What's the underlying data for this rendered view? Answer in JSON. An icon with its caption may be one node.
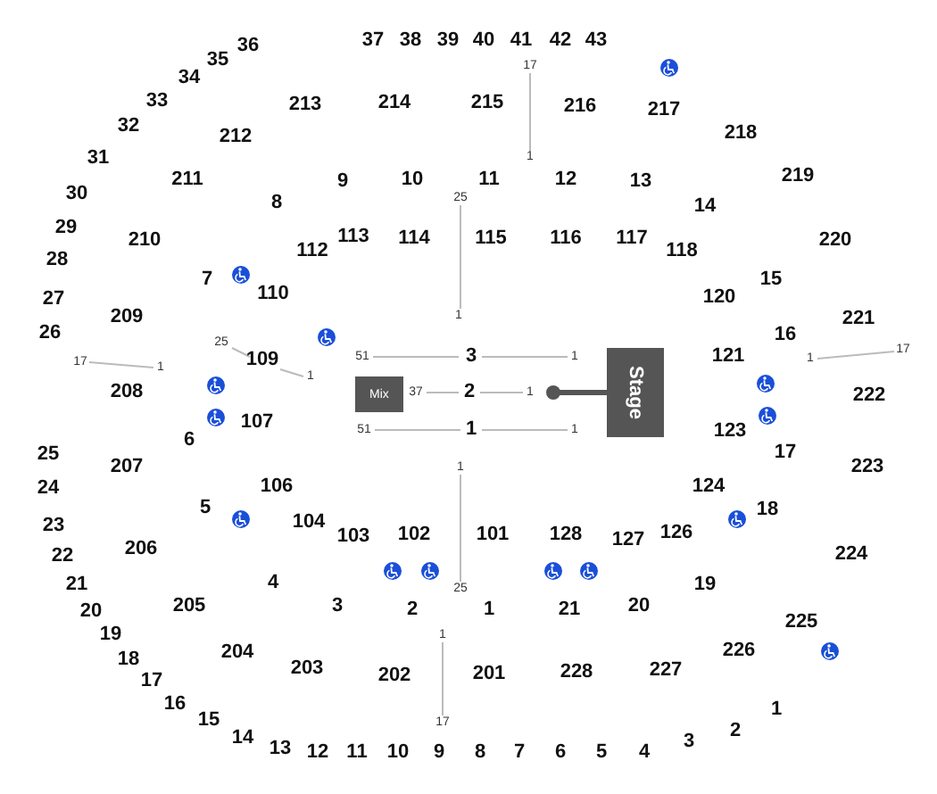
{
  "diagram": {
    "nodes": [
      {
        "text": [
          "Mix"
        ]
      },
      {
        "text": [
          "Stage"
        ]
      }
    ],
    "edges": [],
    "labels": [
      "36",
      "37",
      "38",
      "39",
      "40",
      "41",
      "42",
      "43",
      "35",
      "17",
      "34",
      "33",
      "213",
      "214",
      "215",
      "216",
      "217",
      "32",
      "212",
      "218",
      "31",
      "1",
      "211",
      "9",
      "10",
      "11",
      "12",
      "13",
      "219",
      "30",
      "8",
      "25",
      "14",
      "29",
      "210",
      "113",
      "114",
      "115",
      "116",
      "117",
      "220",
      "28",
      "112",
      "118",
      "7",
      "15",
      "27",
      "110",
      "120",
      "209",
      "1",
      "221",
      "26",
      "16",
      "25",
      "17",
      "17",
      "109",
      "51",
      "3",
      "1",
      "121",
      "1",
      "1",
      "1",
      "208",
      "37",
      "2",
      "1",
      "222",
      "107",
      "51",
      "1",
      "1",
      "123",
      "6",
      "25",
      "17",
      "207",
      "1",
      "223",
      "24",
      "106",
      "124",
      "5",
      "18",
      "23",
      "104",
      "103",
      "102",
      "101",
      "128",
      "127",
      "126",
      "22",
      "206",
      "224",
      "21",
      "4",
      "25",
      "19",
      "20",
      "205",
      "3",
      "2",
      "1",
      "21",
      "20",
      "225",
      "19",
      "1",
      "204",
      "226",
      "18",
      "203",
      "202",
      "201",
      "228",
      "227",
      "17",
      "16",
      "1",
      "15",
      "17",
      "2",
      "14",
      "3",
      "13",
      "12",
      "11",
      "10",
      "9",
      "8",
      "7",
      "6",
      "5",
      "4"
    ]
  }
}
